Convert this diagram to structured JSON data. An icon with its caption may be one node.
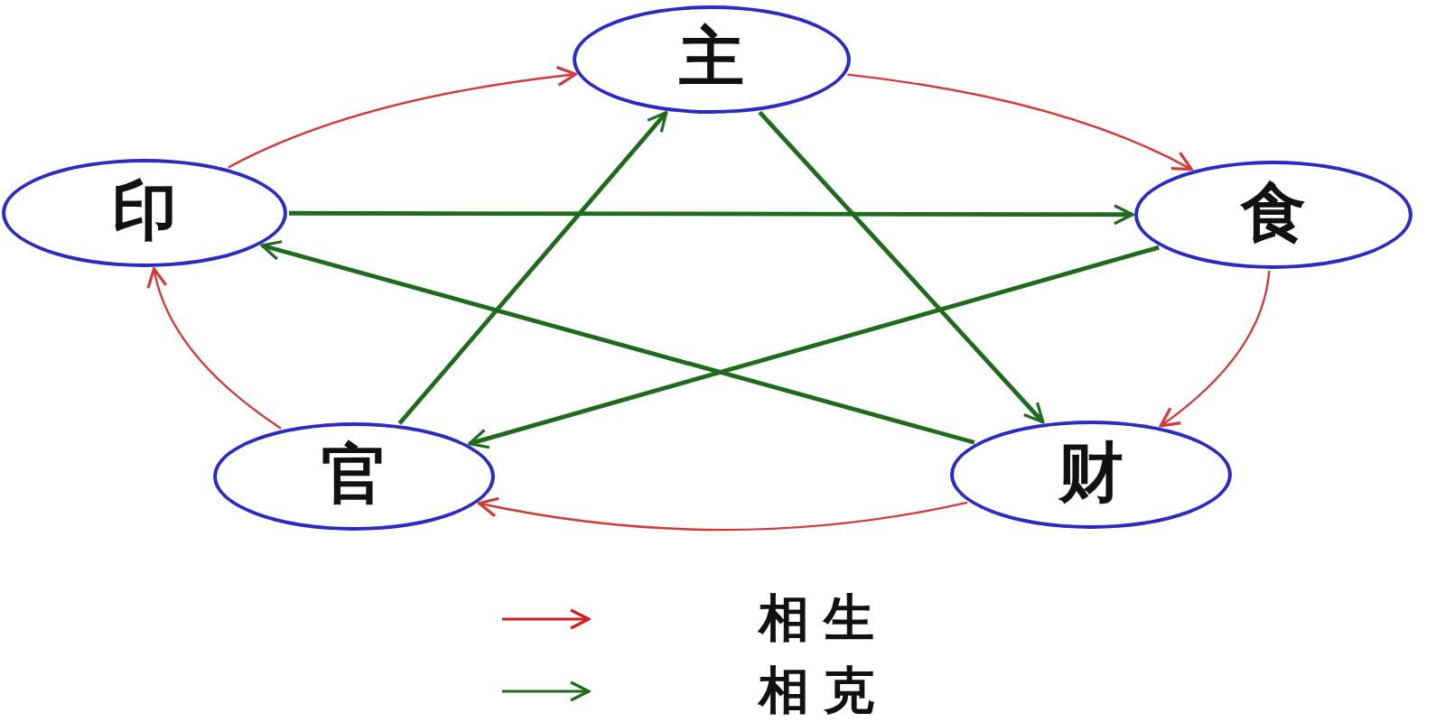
{
  "diagram": {
    "nodes": [
      {
        "text": [
          "主"
        ]
      },
      {
        "text": [
          "食"
        ]
      },
      {
        "text": [
          "财"
        ]
      },
      {
        "text": [
          "官"
        ]
      },
      {
        "text": [
          "印"
        ]
      }
    ],
    "edges": [
      {
        "from": 0,
        "to": 1,
        "arrow": "to"
      },
      {
        "from": 1,
        "to": 2,
        "arrow": "to"
      },
      {
        "from": 2,
        "to": 3,
        "arrow": "to"
      },
      {
        "from": 3,
        "to": 4,
        "arrow": "to"
      },
      {
        "from": 4,
        "to": 0,
        "arrow": "to"
      },
      {
        "from": 0,
        "to": 2,
        "arrow": "to",
        "color": "#1e6b1e"
      },
      {
        "from": 2,
        "to": 4,
        "arrow": "to",
        "color": "#1e6b1e"
      },
      {
        "from": 4,
        "to": 1,
        "arrow": "to",
        "color": "#1e6b1e"
      },
      {
        "from": 1,
        "to": 3,
        "arrow": "to",
        "color": "#1e6b1e"
      },
      {
        "from": 3,
        "to": 0,
        "arrow": "to",
        "color": "#1e6b1e"
      }
    ],
    "legend": [
      {
        "text": "相生"
      },
      {
        "text": "相克"
      }
    ]
  }
}
